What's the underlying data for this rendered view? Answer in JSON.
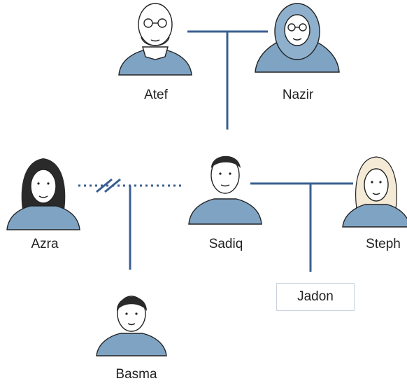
{
  "colors": {
    "line": "#3b5f91",
    "shirt": "#7fa3c3",
    "shirt_dark": "#6a8fb3",
    "skin": "#ffffff",
    "ink": "#222222",
    "hair": "#2a2a2a",
    "hijab": "#8eb0cc"
  },
  "people": {
    "atef": {
      "name": "Atef",
      "icon": "elderly-man-with-glasses-portrait"
    },
    "nazir": {
      "name": "Nazir",
      "icon": "elderly-woman-in-hijab-portrait"
    },
    "azra": {
      "name": "Azra",
      "icon": "woman-with-long-hair-portrait"
    },
    "sadiq": {
      "name": "Sadiq",
      "icon": "young-man-portrait"
    },
    "steph": {
      "name": "Steph",
      "icon": "blonde-woman-portrait"
    },
    "basma": {
      "name": "Basma",
      "icon": "girl-portrait"
    },
    "jadon": {
      "name": "Jadon",
      "icon": "none-boxed-label"
    }
  },
  "relationships": [
    {
      "type": "partner",
      "from": "Atef",
      "to": "Nazir"
    },
    {
      "type": "child",
      "parents": [
        "Atef",
        "Nazir"
      ],
      "child": "Sadiq"
    },
    {
      "type": "separated-partner",
      "from": "Azra",
      "to": "Sadiq"
    },
    {
      "type": "child",
      "parents": [
        "Azra",
        "Sadiq"
      ],
      "child": "Basma"
    },
    {
      "type": "partner",
      "from": "Sadiq",
      "to": "Steph"
    },
    {
      "type": "child",
      "parents": [
        "Sadiq",
        "Steph"
      ],
      "child": "Jadon"
    }
  ]
}
